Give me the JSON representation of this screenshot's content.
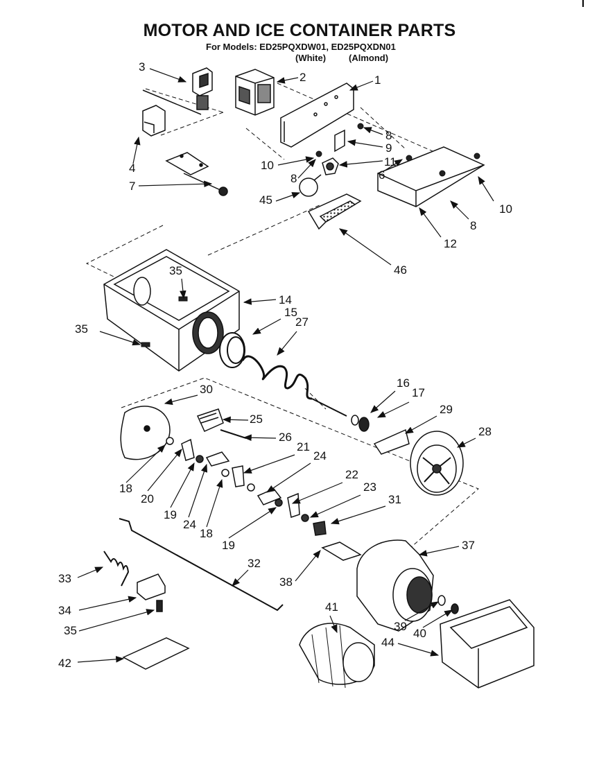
{
  "title": "MOTOR AND ICE CONTAINER PARTS",
  "models_line": "For Models: ED25PQXDW01, ED25PQXDN01",
  "color_1": "(White)",
  "color_2": "(Almond)",
  "part_labels": [
    "1",
    "2",
    "3",
    "4",
    "6",
    "7",
    "8",
    "8",
    "8",
    "9",
    "10",
    "10",
    "11",
    "12",
    "14",
    "15",
    "16",
    "17",
    "18",
    "18",
    "19",
    "19",
    "20",
    "21",
    "22",
    "23",
    "24",
    "24",
    "25",
    "26",
    "27",
    "28",
    "29",
    "30",
    "31",
    "32",
    "33",
    "34",
    "35",
    "35",
    "35",
    "37",
    "38",
    "39",
    "40",
    "41",
    "42",
    "44",
    "45",
    "46"
  ]
}
